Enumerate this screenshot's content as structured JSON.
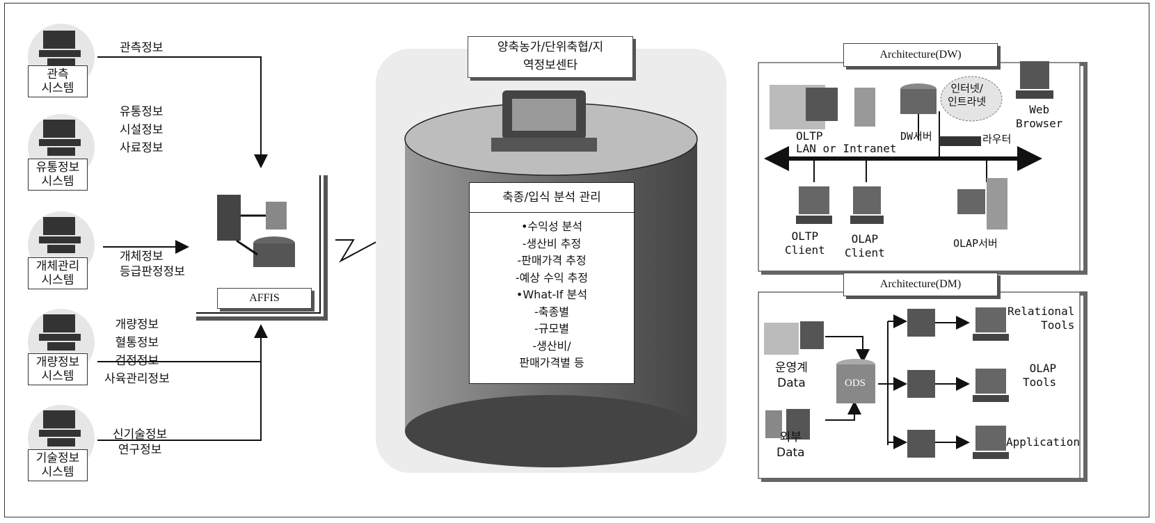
{
  "systems": [
    {
      "label": "관측\n시스템"
    },
    {
      "label": "유통정보\n시스템"
    },
    {
      "label": "개체관리\n시스템"
    },
    {
      "label": "개량정보\n시스템"
    },
    {
      "label": "기술정보\n시스템"
    }
  ],
  "flows": {
    "f1": "관측정보",
    "f2": "유통정보\n시설정보\n사료정보",
    "f3": "개체정보\n등급판정정보",
    "f4": "개량정보\n혈통정보\n검정정보\n사육관리정보",
    "f5": "신기술정보\n연구정보"
  },
  "affis": "AFFIS",
  "center": {
    "top_label": "양축농가/단위축협/지\n역정보센타",
    "box_title": "축종/입식 분석 관리",
    "items": [
      "•수익성 분석",
      "-생산비 추정",
      "-판매가격 추정",
      "-예상 수익 추정",
      "•What-If 분석",
      "-축종별",
      "-규모별",
      "-생산비/",
      "판매가격별 등"
    ]
  },
  "dw": {
    "title": "Architecture(DW)",
    "oltp": "OLTP",
    "lan": "LAN or Intranet",
    "dw_server": "DW서버",
    "internet": "인터넷/\n인트라넷",
    "web": "Web\nBrowser",
    "router": "라우터",
    "oltp_client": "OLTP\nClient",
    "olap_client": "OLAP\nClient",
    "olap_server": "OLAP서버"
  },
  "dm": {
    "title": "Architecture(DM)",
    "ops_data": "운영계\nData",
    "ods": "ODS",
    "ext_data": "외부\nData",
    "tool1": "Relational\nTools",
    "tool2": "OLAP\nTools",
    "tool3": "Application"
  }
}
